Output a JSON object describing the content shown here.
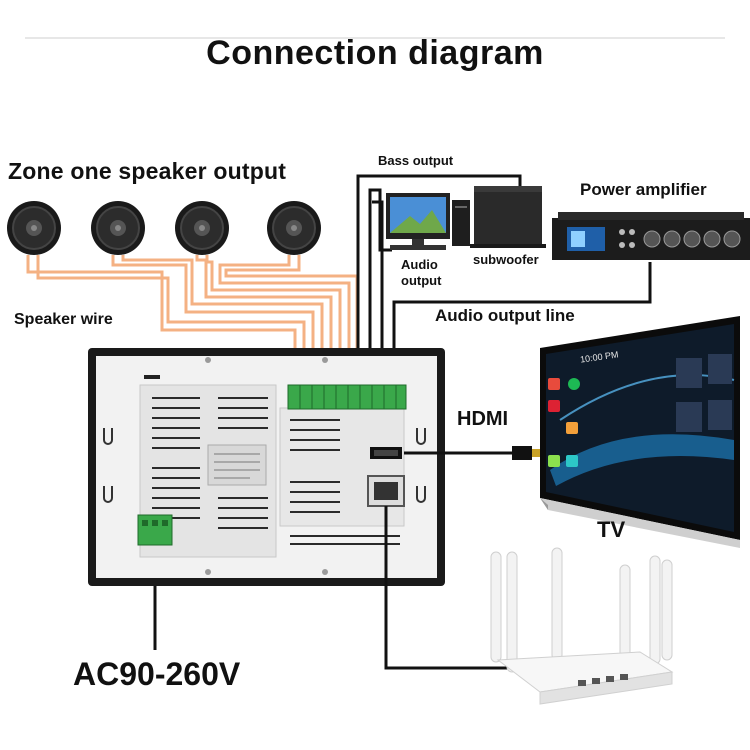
{
  "title": "Connection diagram",
  "labels": {
    "zone_one": "Zone one speaker output",
    "speaker_wire": "Speaker wire",
    "bass_output": "Bass output",
    "audio_output": "Audio\noutput",
    "subwoofer": "subwoofer",
    "power_amplifier": "Power amplifier",
    "audio_output_line": "Audio output line",
    "hdmi": "HDMI",
    "tv": "TV",
    "ac": "AC90-260V"
  },
  "colors": {
    "speaker_wire": "#f4b183",
    "cable": "#111111",
    "terminal_green": "#3aa84a",
    "panel_white": "#f2f2f2"
  },
  "tv_screen": {
    "clock": "10:00 PM"
  }
}
